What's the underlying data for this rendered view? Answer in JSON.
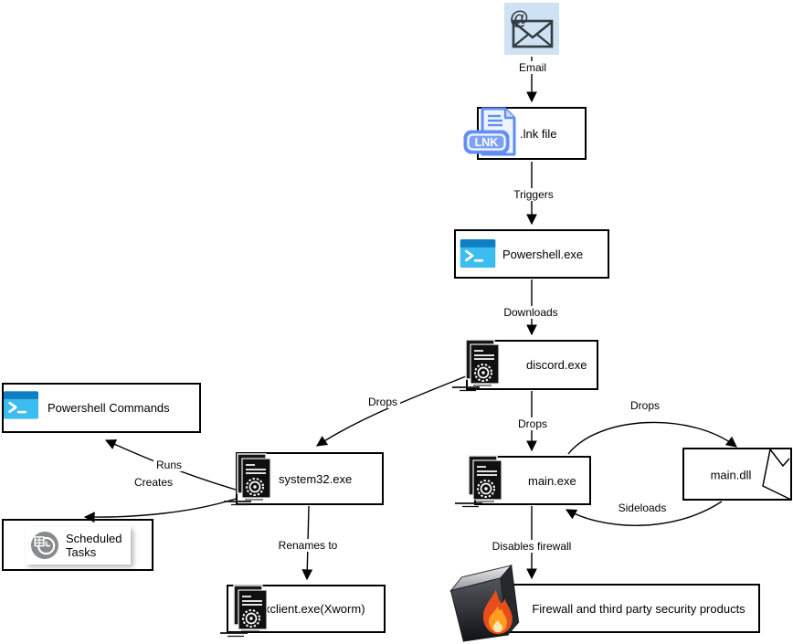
{
  "diagram": {
    "nodes": {
      "email": {
        "caption": "Email",
        "icon": "email-at-icon",
        "glyph": "@"
      },
      "lnk_file": {
        "label": ".lnk file",
        "badge": "LNK",
        "icon": "lnk-file-icon"
      },
      "powershell_exe": {
        "label": "Powershell.exe",
        "icon": "powershell-terminal-icon"
      },
      "discord_exe": {
        "label": "discord.exe",
        "icon": "executable-file-icon"
      },
      "main_exe": {
        "label": "main.exe",
        "icon": "executable-file-icon"
      },
      "main_dll": {
        "label": "main.dll",
        "icon": "folded-note-shape"
      },
      "system32_exe": {
        "label": "system32.exe",
        "icon": "executable-file-icon"
      },
      "powershell_commands": {
        "label": "Powershell Commands",
        "icon": "powershell-terminal-icon"
      },
      "scheduled_tasks": {
        "label": "Scheduled Tasks",
        "icon": "task-scheduler-icon"
      },
      "xclient_exe": {
        "label": "xclient.exe(Xworm)",
        "icon": "executable-file-icon"
      },
      "firewall": {
        "label": "Firewall and third party security products",
        "icon": "firewall-cube-icon"
      }
    },
    "edge_labels": {
      "email": "Email",
      "triggers": "Triggers",
      "downloads": "Downloads",
      "drops_main": "Drops",
      "drops_system32": "Drops",
      "drops_dll": "Drops",
      "sideloads": "Sideloads",
      "runs": "Runs",
      "creates": "Creates",
      "renames_to": "Renames to",
      "disables_firewall": "Disables firewall"
    },
    "colors": {
      "email_tile_bg": "#cfe2f3",
      "powershell_body": "#3cbdf0",
      "powershell_bar": "#0f7fc4",
      "lnk_blue": "#5f8df5",
      "lnk_fill": "#eef4ff",
      "node_border": "#000000",
      "task_gray": "#888b8d",
      "flame_outer": "#e84e1b",
      "flame_mid": "#ff9e1f",
      "flame_core": "#ffe9b8"
    }
  }
}
